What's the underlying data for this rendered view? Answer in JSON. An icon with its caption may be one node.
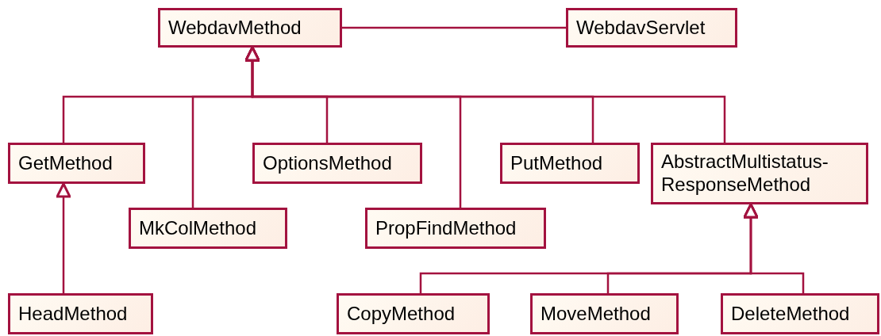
{
  "diagram": {
    "nodes": [
      {
        "text": [
          "WebdavMethod"
        ]
      },
      {
        "text": [
          "WebdavServlet"
        ]
      },
      {
        "text": [
          "GetMethod"
        ]
      },
      {
        "text": [
          "MkColMethod"
        ]
      },
      {
        "text": [
          "OptionsMethod"
        ]
      },
      {
        "text": [
          "PropFindMethod"
        ]
      },
      {
        "text": [
          "PutMethod"
        ]
      },
      {
        "text": [
          "AbstractMultistatus- ResponseMethod"
        ]
      },
      {
        "text": [
          "HeadMethod"
        ]
      },
      {
        "text": [
          "CopyMethod"
        ]
      },
      {
        "text": [
          "MoveMethod"
        ]
      },
      {
        "text": [
          "DeleteMethod"
        ]
      }
    ],
    "edges": [
      {
        "from": 0,
        "to": 1,
        "arrow": "none"
      },
      {
        "from": 2,
        "to": 0,
        "arrow": "to"
      },
      {
        "from": 3,
        "to": 0,
        "arrow": "to"
      },
      {
        "from": 4,
        "to": 0,
        "arrow": "to"
      },
      {
        "from": 5,
        "to": 0,
        "arrow": "to"
      },
      {
        "from": 6,
        "to": 0,
        "arrow": "to"
      },
      {
        "from": 7,
        "to": 0,
        "arrow": "to"
      },
      {
        "from": 8,
        "to": 2,
        "arrow": "to"
      },
      {
        "from": 9,
        "to": 7,
        "arrow": "to"
      },
      {
        "from": 10,
        "to": 7,
        "arrow": "to"
      },
      {
        "from": 11,
        "to": 7,
        "arrow": "to"
      }
    ]
  }
}
